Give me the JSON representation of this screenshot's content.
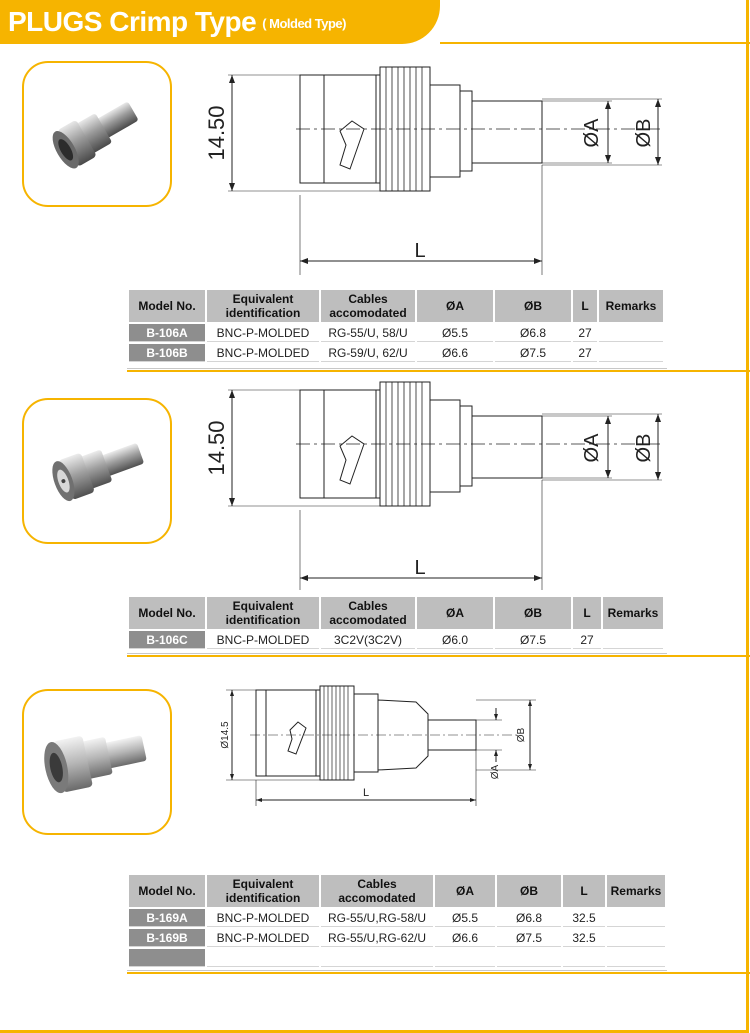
{
  "header": {
    "title": "PLUGS Crimp Type",
    "subtitle": "( Molded Type)"
  },
  "columns": [
    "Model No.",
    "Equivalent identification",
    "Cables accomodated",
    "ØA",
    "ØB",
    "L",
    "Remarks"
  ],
  "sections": [
    {
      "photo_icon": "bnc-plug-photo",
      "drawing": {
        "height_label": "14.50",
        "a_label": "ØA",
        "b_label": "ØB",
        "l_label": "L"
      },
      "rows": [
        {
          "model": "B-106A",
          "equiv": "BNC-P-MOLDED",
          "cables": "RG-55/U, 58/U",
          "a": "Ø5.5",
          "b": "Ø6.8",
          "l": "27",
          "remarks": ""
        },
        {
          "model": "B-106B",
          "equiv": "BNC-P-MOLDED",
          "cables": "RG-59/U, 62/U",
          "a": "Ø6.6",
          "b": "Ø7.5",
          "l": "27",
          "remarks": ""
        }
      ]
    },
    {
      "photo_icon": "bnc-plug-photo",
      "drawing": {
        "height_label": "14.50",
        "a_label": "ØA",
        "b_label": "ØB",
        "l_label": "L"
      },
      "rows": [
        {
          "model": "B-106C",
          "equiv": "BNC-P-MOLDED",
          "cables": "3C2V(3C2V)",
          "a": "Ø6.0",
          "b": "Ø7.5",
          "l": "27",
          "remarks": ""
        }
      ]
    },
    {
      "photo_icon": "bnc-plug-photo",
      "drawing": {
        "height_label": "Ø14.5",
        "a_label": "ØA",
        "b_label": "ØB",
        "l_label": "L"
      },
      "rows": [
        {
          "model": "B-169A",
          "equiv": "BNC-P-MOLDED",
          "cables": "RG-55/U,RG-58/U",
          "a": "Ø5.5",
          "b": "Ø6.8",
          "l": "32.5",
          "remarks": ""
        },
        {
          "model": "B-169B",
          "equiv": "BNC-P-MOLDED",
          "cables": "RG-55/U,RG-62/U",
          "a": "Ø6.6",
          "b": "Ø7.5",
          "l": "32.5",
          "remarks": ""
        },
        {
          "model": "",
          "equiv": "",
          "cables": "",
          "a": "",
          "b": "",
          "l": "",
          "remarks": ""
        }
      ]
    }
  ],
  "colors": {
    "accent": "#f6b400",
    "header_cell": "#bebebe",
    "model_cell": "#8e8e8e"
  }
}
